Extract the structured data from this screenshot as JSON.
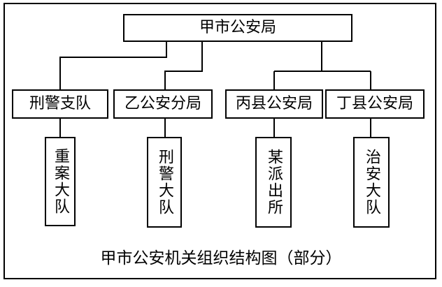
{
  "root": {
    "label": "甲市公安局"
  },
  "level2": [
    {
      "label": "刑警支队"
    },
    {
      "label": "乙公安分局"
    },
    {
      "label": "丙县公安局"
    },
    {
      "label": "丁县公安局"
    }
  ],
  "level3": [
    {
      "label": "重案大队"
    },
    {
      "label": "刑警大队"
    },
    {
      "label": "某派出所"
    },
    {
      "label": "治安大队"
    }
  ],
  "caption": "甲市公安机关组织结构图（部分）"
}
